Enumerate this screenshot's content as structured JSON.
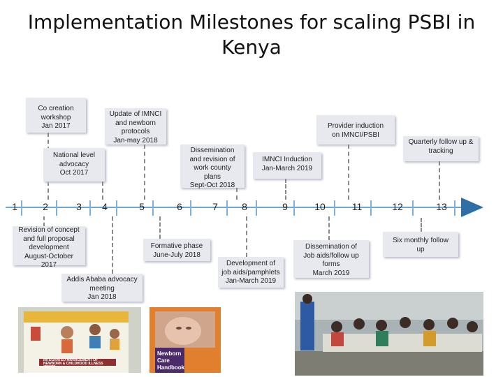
{
  "title": "Implementation Milestones for scaling PSBI in Kenya",
  "milestones": {
    "co_creation": [
      "Co creation",
      "workshop",
      "Jan 2017"
    ],
    "imnci_update": [
      "Update of IMNCI",
      "and newborn",
      "protocols",
      "Jan-may 2018"
    ],
    "provider_induction": [
      "Provider induction",
      "on IMNCI/PSBI"
    ],
    "quarterly_followup": [
      "Quarterly follow up &",
      "tracking"
    ],
    "national_advocacy": [
      "National level",
      "advocacy",
      "Oct 2017"
    ],
    "dissemination_revision": [
      "Dissemination",
      "and revision of",
      "work county",
      "plans",
      "Sept-Oct 2018"
    ],
    "imnci_induction": [
      "IMNCI Induction",
      "Jan-March 2019"
    ],
    "revision_concept": [
      "Revision of concept",
      "and full proposal",
      "development",
      "August-October",
      "2017"
    ],
    "addis_advocacy": [
      "Addis Ababa advocacy",
      "meeting",
      "Jan 2018"
    ],
    "formative_phase": [
      "Formative phase",
      "June-July 2018"
    ],
    "job_aids_dev": [
      "Development of",
      "job aids/pamphlets",
      "Jan-March 2019"
    ],
    "dissemination_job_aids": [
      "Dissemination of",
      "Job aids/follow up",
      "forms",
      "March 2019"
    ],
    "six_monthly": [
      "Six monthly follow",
      "up"
    ]
  },
  "timeline": {
    "numbers": [
      "1",
      "2",
      "3",
      "4",
      "5",
      "6",
      "7",
      "8",
      "9",
      "10",
      "11",
      "12",
      "13"
    ]
  },
  "photos": {
    "cover_title": "INTEGRATED MANAGEMENT OF NEWBORN & CHILDHOOD ILLNESS (IMNCI)",
    "handbook_title": "Newborn Care Handbook"
  },
  "colors": {
    "axis": "#6aa6d6",
    "arrow": "#2f6fa6",
    "box_fill": "#e7e9ef"
  }
}
